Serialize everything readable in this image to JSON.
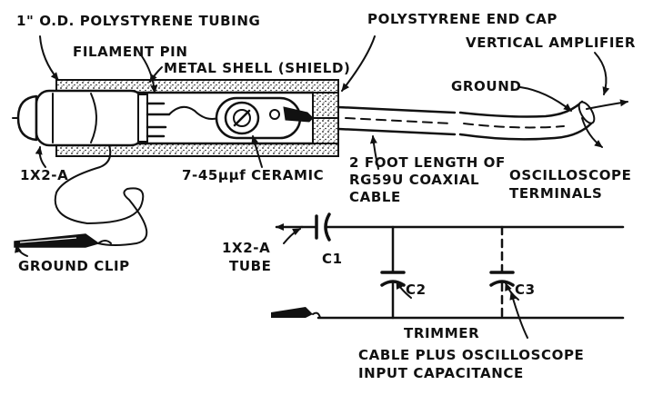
{
  "diagram": {
    "labels": {
      "tubing": "1\" O.D. POLYSTYRENE TUBING",
      "filament_pin": "FILAMENT PIN",
      "metal_shell": "METAL SHELL (SHIELD)",
      "end_cap": "POLYSTYRENE END CAP",
      "vertical_amplifier": "VERTICAL AMPLIFIER",
      "ground": "GROUND",
      "tube_type": "1X2-A",
      "ceramic": "7-45μμf CERAMIC",
      "cable_line1": "2 FOOT LENGTH OF",
      "cable_line2": "RG59U COAXIAL",
      "cable_line3": "CABLE",
      "terminals_line1": "OSCILLOSCOPE",
      "terminals_line2": "TERMINALS",
      "ground_clip": "GROUND CLIP",
      "tube_line1": "1X2-A",
      "tube_line2": "TUBE",
      "c1": "C1",
      "c2": "C2",
      "c3": "C3",
      "trimmer": "TRIMMER",
      "input_cap_line1": "CABLE PLUS OSCILLOSCOPE",
      "input_cap_line2": "INPUT CAPACITANCE"
    }
  }
}
